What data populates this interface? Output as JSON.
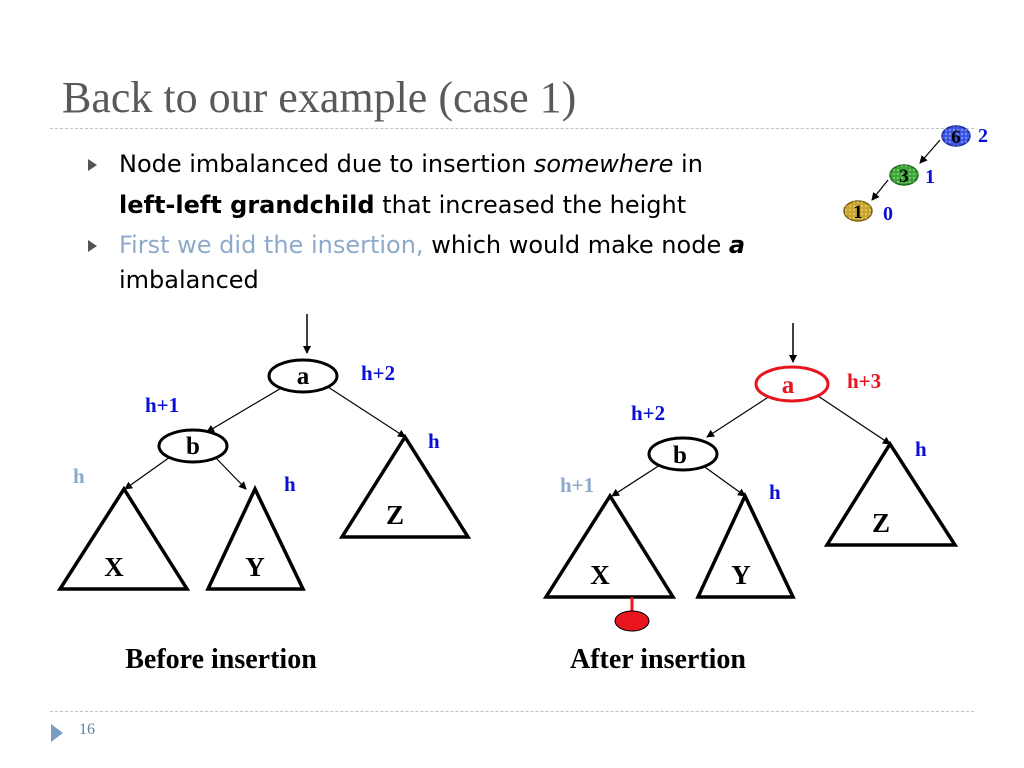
{
  "title": "Back to our example (case 1)",
  "bullets": [
    {
      "line1_pre": "Node imbalanced due to insertion ",
      "line1_em": "somewhere",
      "line1_post": " in",
      "line2_bold": "left-left grandchild",
      "line2_post": " that increased the height"
    },
    {
      "line1_grey": "First we did the insertion, ",
      "line1_post": "which would make node ",
      "line1_em": "a",
      "line2": "imbalanced"
    }
  ],
  "mini_tree": {
    "nodes": [
      {
        "key": "6",
        "height": "2",
        "color": "#3b55e8"
      },
      {
        "key": "3",
        "height": "1",
        "color": "#3aa635"
      },
      {
        "key": "1",
        "height": "0",
        "color": "#c9a52c"
      }
    ]
  },
  "before": {
    "caption": "Before insertion",
    "node_a": "a",
    "node_b": "b",
    "subtrees": [
      "X",
      "Y",
      "Z"
    ],
    "heights": {
      "a": "h+2",
      "b": "h+1",
      "x": "h",
      "y": "h",
      "z": "h"
    }
  },
  "after": {
    "caption": "After insertion",
    "node_a": "a",
    "node_b": "b",
    "subtrees": [
      "X",
      "Y",
      "Z"
    ],
    "heights": {
      "a": "h+3",
      "b": "h+2",
      "x": "h+1",
      "y": "h",
      "z": "h"
    }
  },
  "colors": {
    "blue_label": "#0a10d6",
    "grey_label": "#8eaacb",
    "red": "#e8141e"
  },
  "slide_number": "16"
}
